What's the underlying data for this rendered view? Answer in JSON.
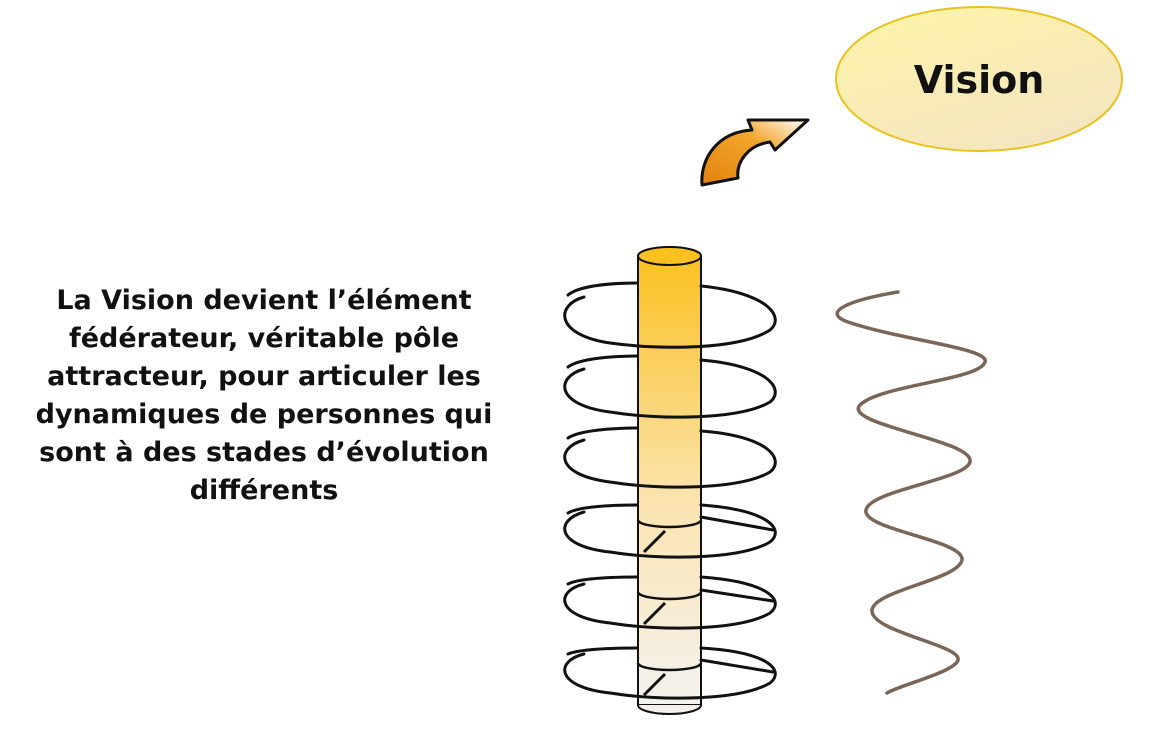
{
  "diagram": {
    "goal_label": "Vision",
    "caption": "La Vision devient l’élément fédérateur, véritable pôle attracteur, pour articuler les dynamiques de personnes qui sont à des stades d’évolution différents",
    "icons": {
      "arrow": "curved-arrow-icon",
      "wave": "sine-wave-icon",
      "spiral": "spiral-column"
    },
    "colors": {
      "ellipse_fill_top": "#fff4a8",
      "ellipse_fill_bottom": "#f4e6c0",
      "ellipse_stroke": "#e9c21e",
      "column_top": "#fbc121",
      "column_bottom": "#f5f2ee",
      "arrow_fill": "#e98d14",
      "wave_stroke": "#7a6657",
      "ink": "#111111"
    },
    "spiral_turns": 6
  }
}
